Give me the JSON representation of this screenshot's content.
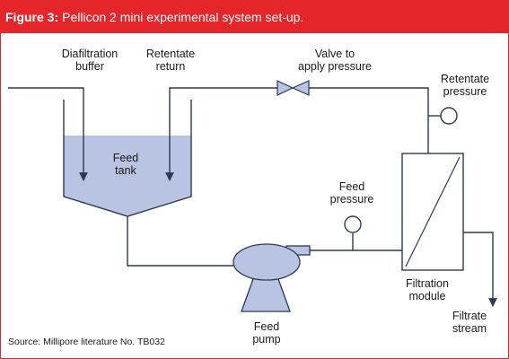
{
  "figure": {
    "label": "Figure 3:",
    "title": "Pellicon 2 mini experimental system set-up."
  },
  "labels": {
    "diafiltration_buffer": [
      "Diafiltration",
      "buffer"
    ],
    "retentate_return": [
      "Retentate",
      "return"
    ],
    "valve": [
      "Valve to",
      "apply pressure"
    ],
    "retentate_pressure": [
      "Retentate",
      "pressure"
    ],
    "feed_tank": [
      "Feed",
      "tank"
    ],
    "feed_pressure": [
      "Feed",
      "pressure"
    ],
    "filtration_module": [
      "Filtration",
      "module"
    ],
    "filtrate_stream": [
      "Filtrate",
      "stream"
    ],
    "feed_pump": [
      "Feed",
      "pump"
    ]
  },
  "source": "Source: Millipore literature No. TB032",
  "colors": {
    "header_bg": "#e4262b",
    "liquid_fill": "#b8c4e2",
    "line": "#2b3a52",
    "pump_fill": "#b8c4e2"
  }
}
